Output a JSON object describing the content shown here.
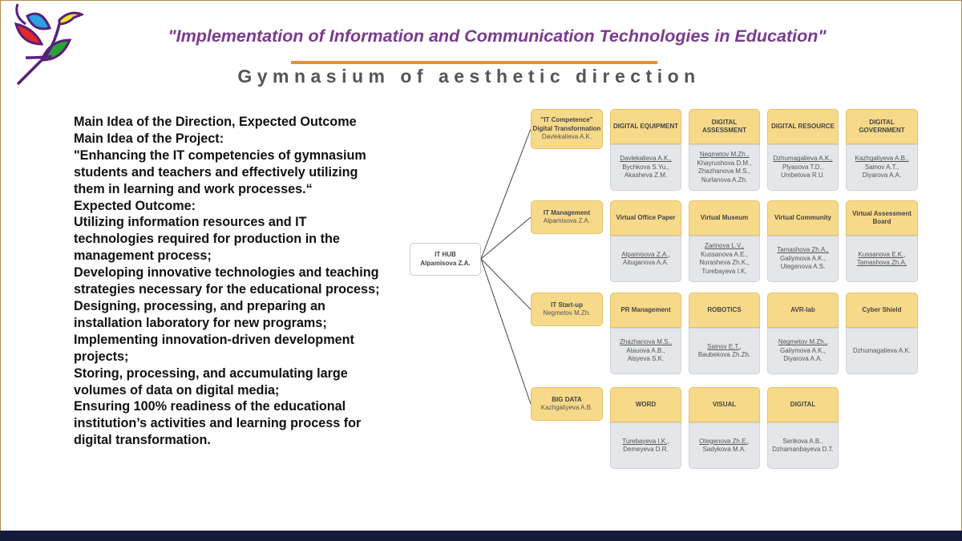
{
  "header": {
    "title": "\"Implementation of Information and Communication Technologies in Education\"",
    "subtitle": "Gymnasium of aesthetic direction"
  },
  "text": [
    "Main Idea of the Direction, Expected Outcome",
    "Main Idea of the Project:",
    "\"Enhancing the IT competencies of gymnasium students and teachers and effectively utilizing them in learning and work processes.“",
    "Expected Outcome:",
    "Utilizing information resources and IT technologies required for production in the management process;",
    "Developing innovative technologies and teaching strategies necessary for the educational process;",
    "Designing, processing, and preparing an installation laboratory for new programs;",
    "Implementing innovation-driven development projects;",
    "Storing, processing, and accumulating large volumes of data on digital media;",
    "Ensuring 100% readiness of the educational institution’s activities and learning process for digital transformation."
  ],
  "hub": {
    "title": "IT HUB",
    "person": "Alpamisova Z.A."
  },
  "rows": [
    {
      "lead": {
        "title": "\"IT Competence\" Digital Transformation",
        "person": "Davlekalieva A.K."
      },
      "items": [
        {
          "title": "DIGITAL EQUIPMENT",
          "names": [
            "Davlekalieva A.K.,",
            "Bychkova S.Yu.,",
            "Akasheva Z.M."
          ],
          "underline_first": true
        },
        {
          "title": "DIGITAL ASSESSMENT",
          "names": [
            "Negmetov M.Zh.,",
            "Khayrushova D.M.,",
            "Zhazhanova M.S.,",
            "Nurlanova A.Zh."
          ],
          "underline_first": true
        },
        {
          "title": "DIGITAL RESOURCE",
          "names": [
            "Dzhumagalieva A.K.,",
            "Plyasova T.D.,",
            "Umbetova R.U."
          ],
          "underline_first": true
        },
        {
          "title": "DIGITAL GOVERNMENT",
          "names": [
            "Kazhgaliyeva A.B.,",
            "Sainov A.T.,",
            "Diyarova A.A."
          ],
          "underline_first": true
        }
      ]
    },
    {
      "lead": {
        "title": "IT Management",
        "person": "Alpamisova Z.A."
      },
      "items": [
        {
          "title": "Virtual Office Paper",
          "names": [
            "Alpamisova Z.A.,",
            "Aituganova A.A."
          ],
          "underline_first": true
        },
        {
          "title": "Virtual Museum",
          "names": [
            "Zarinova L.V.,",
            "Kussanova A.E.,",
            "Nurasheva Zh.K.,",
            "Turebayeva I.K."
          ],
          "underline_first": true
        },
        {
          "title": "Virtual Community",
          "names": [
            "Tamashova Zh.A.,",
            "Galiymova A.K.,",
            "Utegenova A.S."
          ],
          "underline_first": true
        },
        {
          "title": "Virtual Assessment Board",
          "names": [
            "Kussanova E.K.,",
            "Tamashova Zh.A."
          ],
          "underline_first": true,
          "underline_all": true
        }
      ]
    },
    {
      "lead": {
        "title": "IT Start-up",
        "person": "Negmetov M.Zh."
      },
      "items": [
        {
          "title": "PR Management",
          "names": [
            "Zhazhanova M.S.,",
            "Atauova A.B.,",
            "Aisyeva S.K."
          ],
          "underline_first": true
        },
        {
          "title": "ROBOTICS",
          "names": [
            "Sainov E.T.,",
            "Baubekova Zh.Zh."
          ],
          "underline_first": true
        },
        {
          "title": "AVR-lab",
          "names": [
            "Negmetov M.Zh.,",
            "Galiymova A.K.,",
            "Diyarova A.A."
          ],
          "underline_first": true
        },
        {
          "title": "Cyber Shield",
          "names": [
            "Dzhumagalieva A.K."
          ],
          "underline_first": false
        }
      ]
    },
    {
      "lead": {
        "title": "BIG DATA",
        "person": "Kazhgaliyeva A.B."
      },
      "items": [
        {
          "title": "WORD",
          "names": [
            "Turebayeva I.K.,",
            "Demeyeva D.R."
          ],
          "underline_first": true
        },
        {
          "title": "VISUAL",
          "names": [
            "Otegenova Zh.E.,",
            "Sadykova M.A."
          ],
          "underline_first": true
        },
        {
          "title": "DIGITAL",
          "names": [
            "Serikova A.B.,",
            "Dzhamanbayeva D.T."
          ],
          "underline_first": false
        }
      ]
    }
  ],
  "colors": {
    "title": "#7b3a8e",
    "accent_rule": "#e2923a",
    "card_head": "#f7d98a",
    "card_body": "#e4e6ea",
    "bottom_bar": "#141b3a"
  }
}
